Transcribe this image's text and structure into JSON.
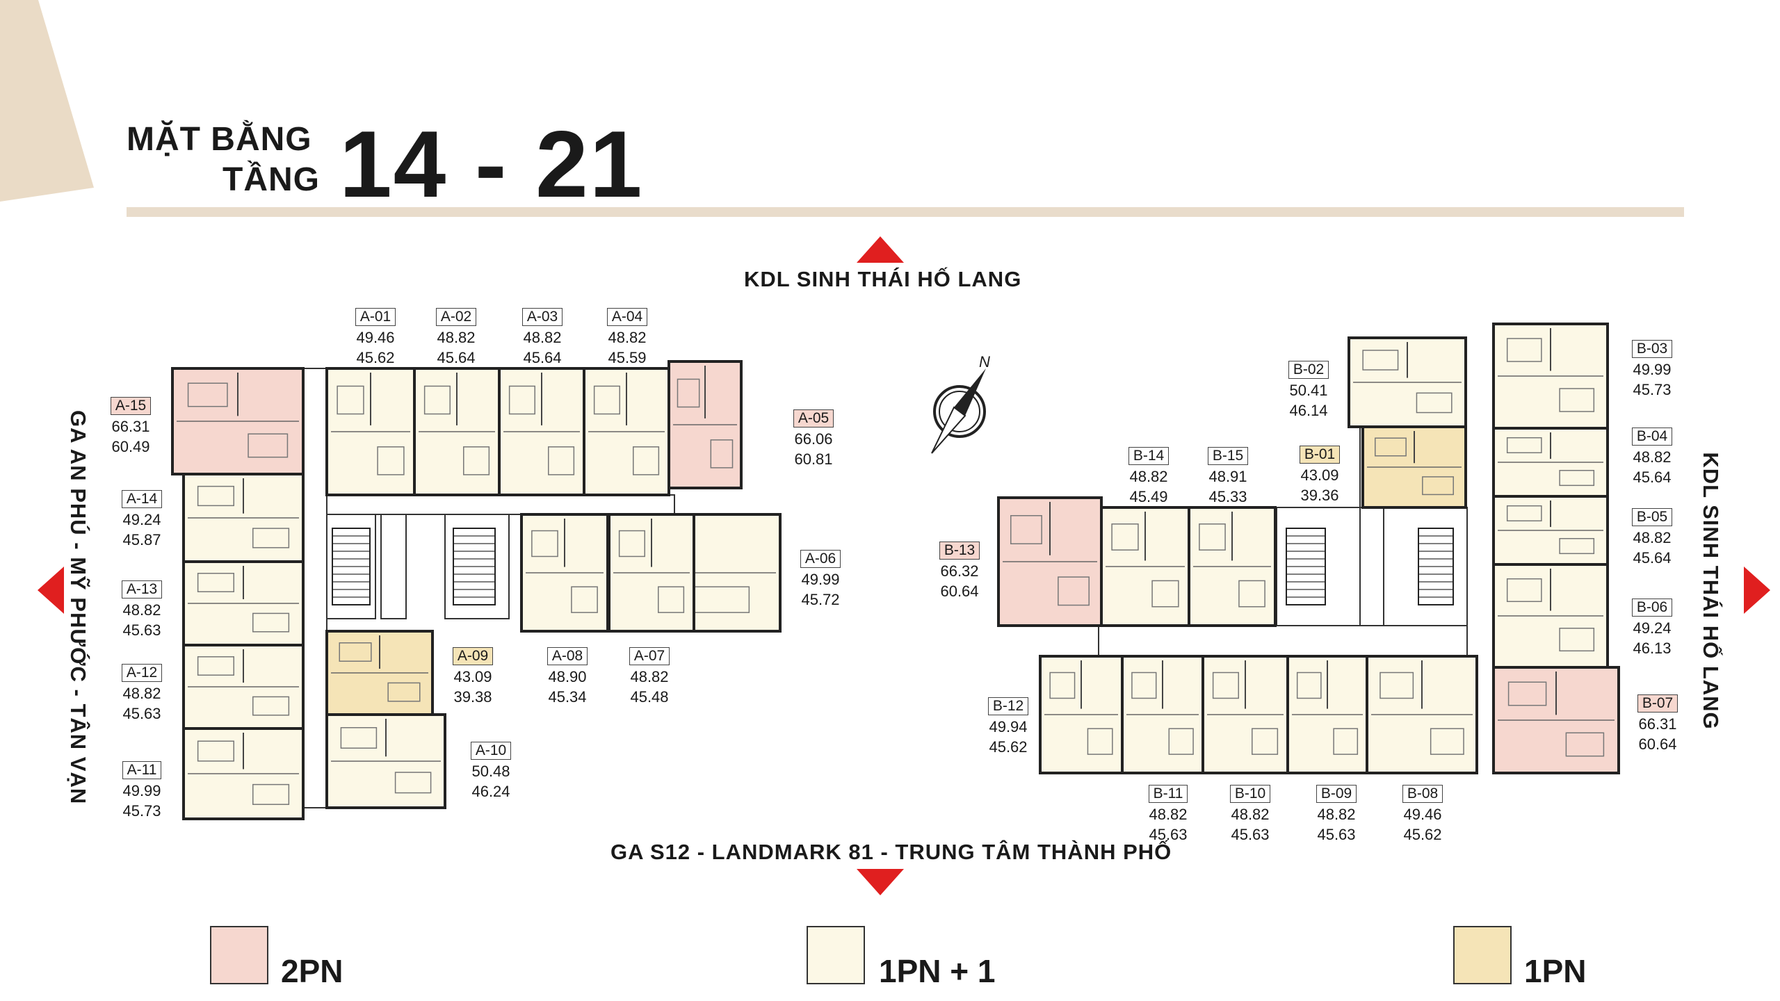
{
  "title": {
    "line1": "MẶT BẰNG",
    "line2": "TẦNG",
    "floors": "14 - 21"
  },
  "directions": {
    "top": "KDL SINH THÁI HỐ LANG",
    "bottom": "GA S12 - LANDMARK 81 - TRUNG TÂM THÀNH PHỐ",
    "left": "GA AN PHÚ - MỸ PHƯỚC - TÂN VẠN",
    "right": "KDL SINH THÁI HỐ LANG"
  },
  "colors": {
    "2PN": "#f6d7cf",
    "1PN+1": "#fcf8e6",
    "1PN": "#f5e4b7",
    "accent": "#e01f1f",
    "rule": "#e9dccb",
    "corner": "#eadbc6"
  },
  "units": [
    {
      "code": "A-01",
      "a": "49.46",
      "b": "45.62",
      "type": "1PN+1"
    },
    {
      "code": "A-02",
      "a": "48.82",
      "b": "45.64",
      "type": "1PN+1"
    },
    {
      "code": "A-03",
      "a": "48.82",
      "b": "45.64",
      "type": "1PN+1"
    },
    {
      "code": "A-04",
      "a": "48.82",
      "b": "45.59",
      "type": "1PN+1"
    },
    {
      "code": "A-05",
      "a": "66.06",
      "b": "60.81",
      "type": "2PN"
    },
    {
      "code": "A-06",
      "a": "49.99",
      "b": "45.72",
      "type": "1PN+1"
    },
    {
      "code": "A-07",
      "a": "48.82",
      "b": "45.48",
      "type": "1PN+1"
    },
    {
      "code": "A-08",
      "a": "48.90",
      "b": "45.34",
      "type": "1PN+1"
    },
    {
      "code": "A-09",
      "a": "43.09",
      "b": "39.38",
      "type": "1PN"
    },
    {
      "code": "A-10",
      "a": "50.48",
      "b": "46.24",
      "type": "1PN+1"
    },
    {
      "code": "A-11",
      "a": "49.99",
      "b": "45.73",
      "type": "1PN+1"
    },
    {
      "code": "A-12",
      "a": "48.82",
      "b": "45.63",
      "type": "1PN+1"
    },
    {
      "code": "A-13",
      "a": "48.82",
      "b": "45.63",
      "type": "1PN+1"
    },
    {
      "code": "A-14",
      "a": "49.24",
      "b": "45.87",
      "type": "1PN+1"
    },
    {
      "code": "A-15",
      "a": "66.31",
      "b": "60.49",
      "type": "2PN"
    },
    {
      "code": "B-01",
      "a": "43.09",
      "b": "39.36",
      "type": "1PN"
    },
    {
      "code": "B-02",
      "a": "50.41",
      "b": "46.14",
      "type": "1PN+1"
    },
    {
      "code": "B-03",
      "a": "49.99",
      "b": "45.73",
      "type": "1PN+1"
    },
    {
      "code": "B-04",
      "a": "48.82",
      "b": "45.64",
      "type": "1PN+1"
    },
    {
      "code": "B-05",
      "a": "48.82",
      "b": "45.64",
      "type": "1PN+1"
    },
    {
      "code": "B-06",
      "a": "49.24",
      "b": "46.13",
      "type": "1PN+1"
    },
    {
      "code": "B-07",
      "a": "66.31",
      "b": "60.64",
      "type": "2PN"
    },
    {
      "code": "B-08",
      "a": "49.46",
      "b": "45.62",
      "type": "1PN+1"
    },
    {
      "code": "B-09",
      "a": "48.82",
      "b": "45.63",
      "type": "1PN+1"
    },
    {
      "code": "B-10",
      "a": "48.82",
      "b": "45.63",
      "type": "1PN+1"
    },
    {
      "code": "B-11",
      "a": "48.82",
      "b": "45.63",
      "type": "1PN+1"
    },
    {
      "code": "B-12",
      "a": "49.94",
      "b": "45.62",
      "type": "1PN+1"
    },
    {
      "code": "B-13",
      "a": "66.32",
      "b": "60.64",
      "type": "2PN"
    },
    {
      "code": "B-14",
      "a": "48.82",
      "b": "45.49",
      "type": "1PN+1"
    },
    {
      "code": "B-15",
      "a": "48.91",
      "b": "45.33",
      "type": "1PN+1"
    }
  ],
  "compass": {
    "label": "N"
  },
  "legend": [
    {
      "label": "2PN",
      "color": "#f6d7cf"
    },
    {
      "label": "1PN + 1",
      "color": "#fcf8e6"
    },
    {
      "label": "1PN",
      "color": "#f5e4b7"
    }
  ]
}
